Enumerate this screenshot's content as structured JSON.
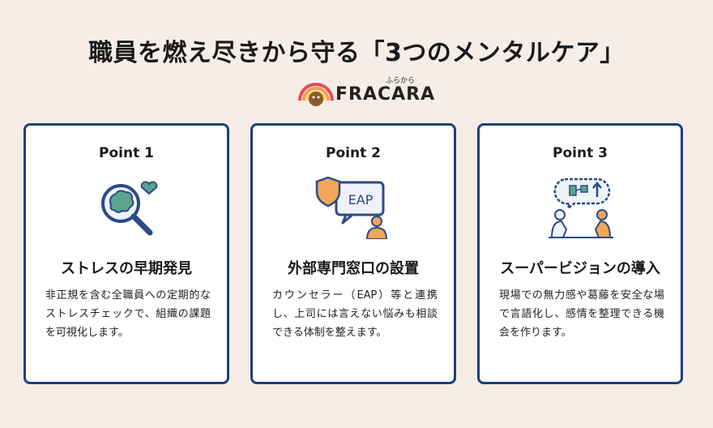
{
  "title": "職員を燃え尽きから守る「3つのメンタルケア」",
  "logo": {
    "wordmark": "FRACARA",
    "kana": "ふらから"
  },
  "cards": [
    {
      "point": "Point 1",
      "icon": "magnifier-brain-heart-icon",
      "heading": "ストレスの早期発見",
      "description": "非正規を含む全職員への定期的なストレスチェックで、組織の課題を可視化します。"
    },
    {
      "point": "Point 2",
      "icon": "eap-shield-speech-person-icon",
      "heading": "外部専門窓口の設置",
      "badge": "EAP",
      "description": "カウンセラー（EAP）等と連携し、上司には言えない悩みも相談できる体制を整えます。"
    },
    {
      "point": "Point 3",
      "icon": "two-people-discussion-icon",
      "heading": "スーパービジョンの導入",
      "description": "現場での無力感や葛藤を安全な場で言語化し、感情を整理できる機会を作ります。"
    }
  ],
  "colors": {
    "background": "#f6eee6",
    "card_border": "#1e3f7a",
    "icon_blue": "#2c4a86",
    "icon_orange": "#f2a65a",
    "icon_green": "#5aa58c"
  }
}
